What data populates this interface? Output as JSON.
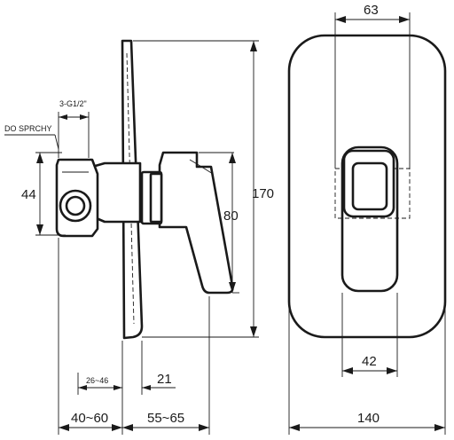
{
  "side_view": {
    "outlet_label": "DO SPRCHY",
    "thread_label": "3-G1/2\"",
    "dims": {
      "height_total": "170",
      "height_handle": "80",
      "height_outlet": "44",
      "depth_range_small": "26~46",
      "plate_thickness": "21",
      "depth_body": "40~60",
      "depth_handle": "55~65"
    }
  },
  "front_view": {
    "dims": {
      "top_width": "63",
      "handle_width": "42",
      "plate_width": "140"
    }
  }
}
